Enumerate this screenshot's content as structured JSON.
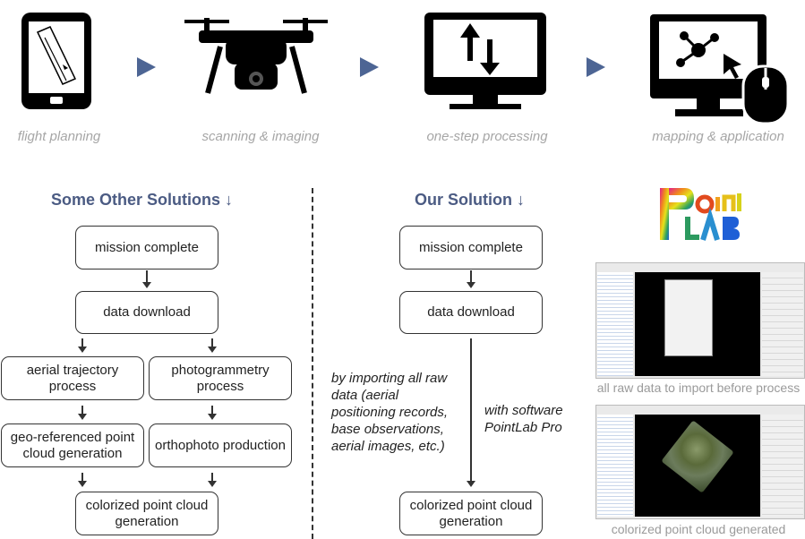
{
  "workflow": {
    "steps": [
      {
        "icon": "tablet-icon",
        "caption": "flight planning"
      },
      {
        "icon": "drone-icon",
        "caption": "scanning & imaging"
      },
      {
        "icon": "monitor-transfer-icon",
        "caption": "one-step processing"
      },
      {
        "icon": "monitor-network-mouse-icon",
        "caption": "mapping & application"
      }
    ],
    "arrow_icon": "play-triangle-icon"
  },
  "other_solutions": {
    "heading": "Some Other Solutions ↓",
    "steps": {
      "mission_complete": "mission complete",
      "data_download": "data download",
      "aerial_trajectory": "aerial trajectory process",
      "photogrammetry": "photogrammetry process",
      "geo_referenced": "geo-referenced point cloud generation",
      "orthophoto": "orthophoto production",
      "colorized": "colorized point cloud generation"
    }
  },
  "our_solution": {
    "heading": "Our Solution ↓",
    "steps": {
      "mission_complete": "mission complete",
      "data_download": "data download",
      "colorized": "colorized point cloud generation"
    },
    "note_left": "by importing all raw data (aerial positioning records, base observations, aerial images, etc.)",
    "note_right": "with software PointLab Pro"
  },
  "pointlab": {
    "logo_text": "Point LAB",
    "screenshot_import_caption": "all raw data to import before process",
    "screenshot_result_caption": "colorized point cloud generated"
  },
  "colors": {
    "heading": "#4b5b83",
    "arrow_triangle": "#4d6594",
    "caption": "#a6a6a6"
  }
}
